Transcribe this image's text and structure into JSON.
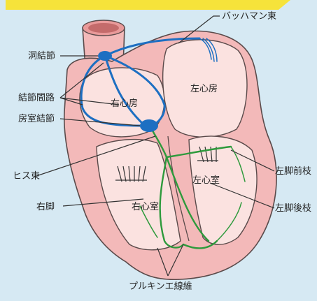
{
  "labels": {
    "bachmann": "バッハマン束",
    "sa_node": "洞結節",
    "internodal": "結節間路",
    "av_node": "房室結節",
    "his": "ヒス束",
    "right_bundle": "右脚",
    "right_atrium": "右心房",
    "left_atrium": "左心房",
    "left_ventricle": "左心室",
    "right_ventricle": "右心室",
    "left_anterior": "左脚前枝",
    "left_posterior": "左脚後枝",
    "purkinje": "プルキンエ線維"
  },
  "colors": {
    "background": "#d6e9f3",
    "top_band": "#f6e33a",
    "conduction_blue": "#1d6fc2",
    "purkinje_green": "#2e9a3c",
    "heart_wall": "#f3b9b9",
    "heart_cavity": "#fbe2e0"
  }
}
